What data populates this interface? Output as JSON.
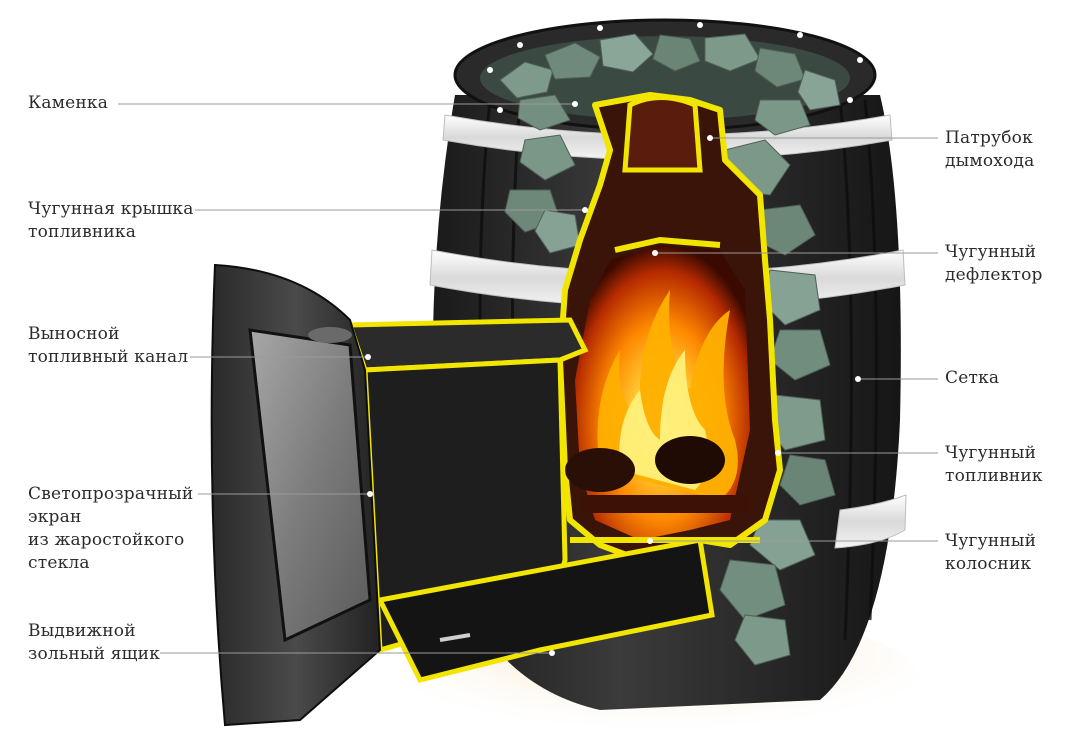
{
  "labels_left": [
    {
      "id": "kamenka",
      "lines": [
        "Каменка"
      ]
    },
    {
      "id": "lid",
      "lines": [
        "Чугунная крышка",
        "топливника"
      ]
    },
    {
      "id": "channel",
      "lines": [
        "Выносной",
        "топливный канал"
      ]
    },
    {
      "id": "glass",
      "lines": [
        "Светопрозрачный",
        "экран",
        "из жаростойкого",
        "стекла"
      ]
    },
    {
      "id": "ashbox",
      "lines": [
        "Выдвижной",
        "зольный ящик"
      ]
    }
  ],
  "labels_right": [
    {
      "id": "flue",
      "lines": [
        "Патрубок",
        "дымохода"
      ]
    },
    {
      "id": "deflector",
      "lines": [
        "Чугунный",
        "дефлектор"
      ]
    },
    {
      "id": "mesh",
      "lines": [
        "Сетка"
      ]
    },
    {
      "id": "firebox",
      "lines": [
        "Чугунный",
        "топливник"
      ]
    },
    {
      "id": "grate",
      "lines": [
        "Чугунный",
        "колосник"
      ]
    }
  ],
  "colors": {
    "label_text": "#2b2b2b",
    "leader_line": "#9a9a9a",
    "cast_iron_edge": "#f2e600",
    "stones": "#6f8a7c",
    "fire": "#ff7a00",
    "steel_body": "#2a2a2a"
  },
  "icons": [
    "leader-dot"
  ]
}
